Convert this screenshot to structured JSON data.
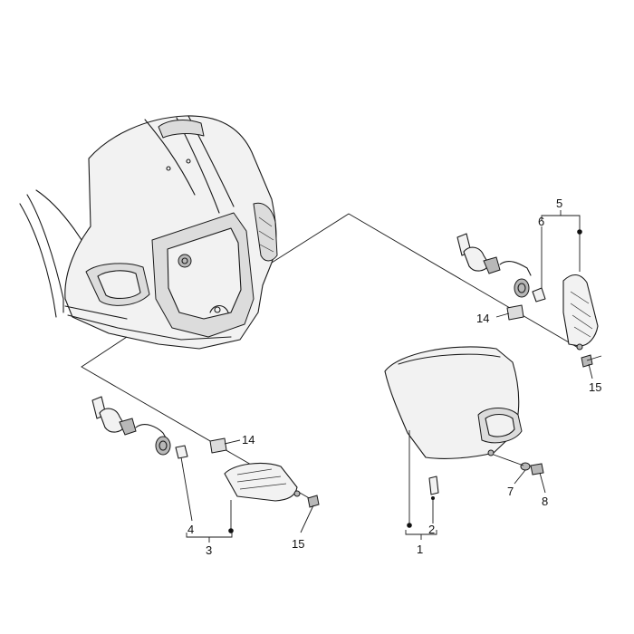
{
  "callouts": {
    "c1": "1",
    "c2": "2",
    "c3": "3",
    "c4": "4",
    "c5": "5",
    "c6": "6",
    "c7": "7",
    "c8": "8",
    "c14a": "14",
    "c14b": "14",
    "c15a": "15",
    "c15b": "15"
  }
}
